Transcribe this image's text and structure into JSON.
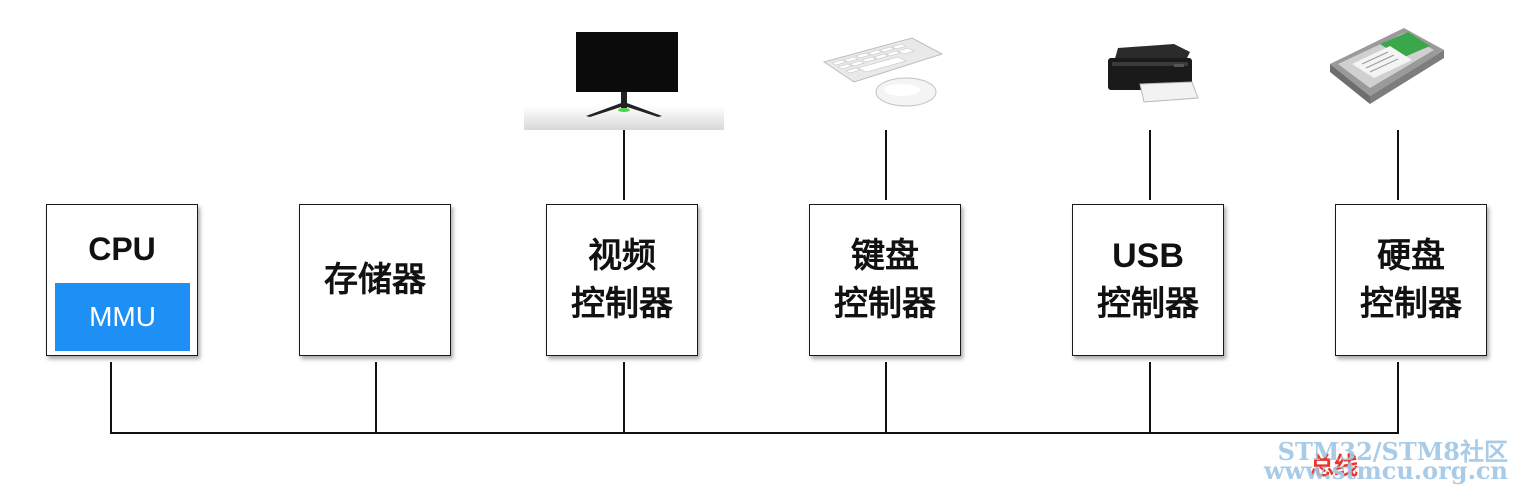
{
  "cpu": {
    "title": "CPU",
    "mmu": "MMU",
    "accent": "#1e90f5"
  },
  "controllers": {
    "memory": {
      "label": "存储器"
    },
    "video": {
      "line1": "视频",
      "line2": "控制器"
    },
    "keyboard": {
      "line1": "键盘",
      "line2": "控制器"
    },
    "usb": {
      "line1": "USB",
      "line2": "控制器"
    },
    "disk": {
      "line1": "硬盘",
      "line2": "控制器"
    }
  },
  "devices": [
    "monitor-icon",
    "keyboard-mouse-icon",
    "printer-icon",
    "hard-disk-icon"
  ],
  "bus": {
    "label": "总线",
    "color": "#e8352b"
  },
  "watermark": {
    "line1": "STM32/STM8社区",
    "line2": "www.stmcu.org.cn"
  }
}
